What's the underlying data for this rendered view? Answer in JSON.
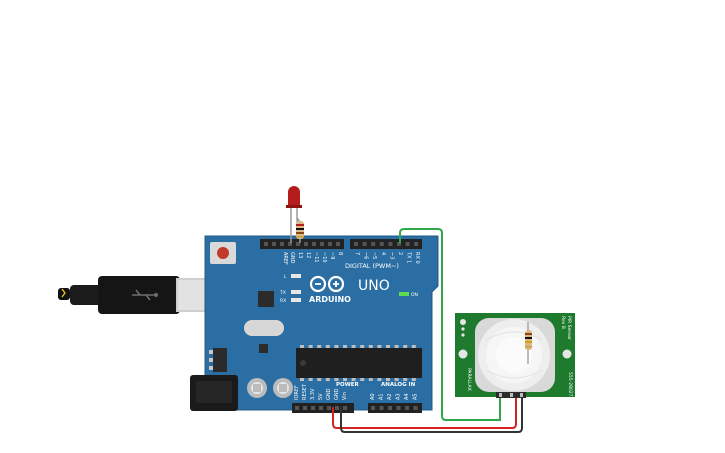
{
  "arduino": {
    "brand": "ARDUINO",
    "model": "UNO",
    "digital_header_label": "DIGITAL (PWM~)",
    "on_label": "ON",
    "l_label": "L",
    "tx_label": "TX",
    "rx_label": "RX",
    "power_label": "POWER",
    "analog_label": "ANALOG IN",
    "top_pins": [
      "AREF",
      "GND",
      "13",
      "12",
      "~11",
      "~10",
      "~9",
      "8",
      "7",
      "~6",
      "~5",
      "4",
      "~3",
      "2",
      "TX 1",
      "RX 0"
    ],
    "power_pins": [
      "IOREF",
      "RESET",
      "3.3V",
      "5V",
      "GND",
      "GND",
      "Vin"
    ],
    "analog_pins": [
      "A0",
      "A1",
      "A2",
      "A3",
      "A4",
      "A5"
    ]
  },
  "pir": {
    "label_top": "PIR Sensor",
    "label_mid": "Rev B",
    "label_part": "555-28027",
    "label_brand": "PARALLAX"
  },
  "colors": {
    "board": "#2a6ea3",
    "header": "#222222",
    "pir_pcb": "#1e7a2d",
    "wire_signal": "#2ea84a",
    "wire_power": "#d42121",
    "wire_ground": "#333333",
    "led": "#b51c1c"
  }
}
